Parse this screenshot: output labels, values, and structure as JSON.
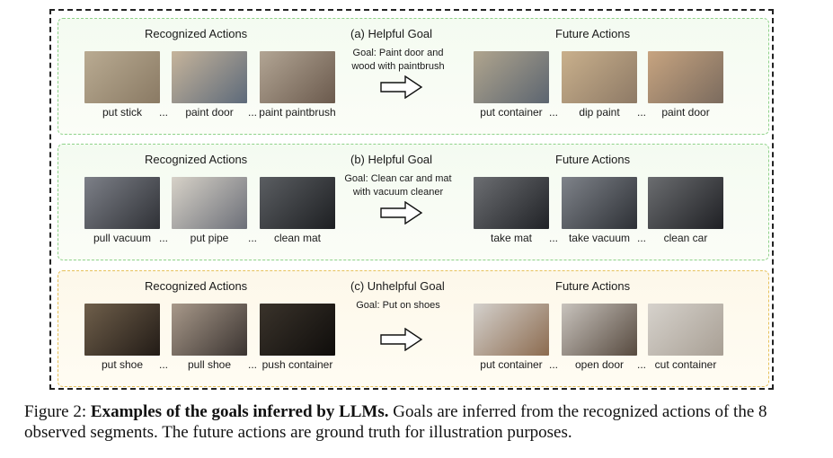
{
  "panels": [
    {
      "kind": "helpful",
      "header_recognized": "Recognized Actions",
      "header_goal": "(a) Helpful Goal",
      "header_future": "Future Actions",
      "goal_text": "Goal: Paint door and wood with paintbrush",
      "recognized": [
        "put stick",
        "paint door",
        "paint paintbrush"
      ],
      "future": [
        "put container",
        "dip paint",
        "paint door"
      ]
    },
    {
      "kind": "helpful",
      "header_recognized": "Recognized Actions",
      "header_goal": "(b) Helpful Goal",
      "header_future": "Future Actions",
      "goal_text": "Goal: Clean car and mat with vacuum cleaner",
      "recognized": [
        "pull vacuum",
        "put pipe",
        "clean mat"
      ],
      "future": [
        "take mat",
        "take vacuum",
        "clean car"
      ]
    },
    {
      "kind": "unhelpful",
      "header_recognized": "Recognized Actions",
      "header_goal": "(c) Unhelpful Goal",
      "header_future": "Future Actions",
      "goal_text": "Goal: Put on shoes",
      "recognized": [
        "put shoe",
        "pull shoe",
        "push container"
      ],
      "future": [
        "put container",
        "open door",
        "cut container"
      ]
    }
  ],
  "ellipsis": "...",
  "caption": {
    "prefix": "Figure 2: ",
    "bold": "Examples of the goals inferred by LLMs.",
    "rest": " Goals are inferred from the recognized actions of the 8 observed segments. The future actions are ground truth for illustration purposes."
  },
  "thumb_colors": [
    [
      "#b9ab92",
      "#8a7a64"
    ],
    [
      "#c6b49b",
      "#5d6a7a"
    ],
    [
      "#b2a594",
      "#6b5a4d"
    ],
    [
      "#b0a58e",
      "#5c6570"
    ],
    [
      "#c9b08c",
      "#8e7a66"
    ],
    [
      "#c7a480",
      "#7b6b5e"
    ],
    [
      "#7d8088",
      "#2f3136"
    ],
    [
      "#d7d2c8",
      "#6c6f78"
    ],
    [
      "#5b5e62",
      "#1d1f22"
    ],
    [
      "#6c6e72",
      "#202226"
    ],
    [
      "#7f838a",
      "#2d3035"
    ],
    [
      "#6b6d70",
      "#1f2024"
    ],
    [
      "#6f5f4b",
      "#221b16"
    ],
    [
      "#a8998a",
      "#3a3330"
    ],
    [
      "#3a332b",
      "#0f0d0b"
    ],
    [
      "#d4d1cd",
      "#8c6b4f"
    ],
    [
      "#c8c3bd",
      "#574a3f"
    ],
    [
      "#d6d2cc",
      "#a89f94"
    ]
  ]
}
